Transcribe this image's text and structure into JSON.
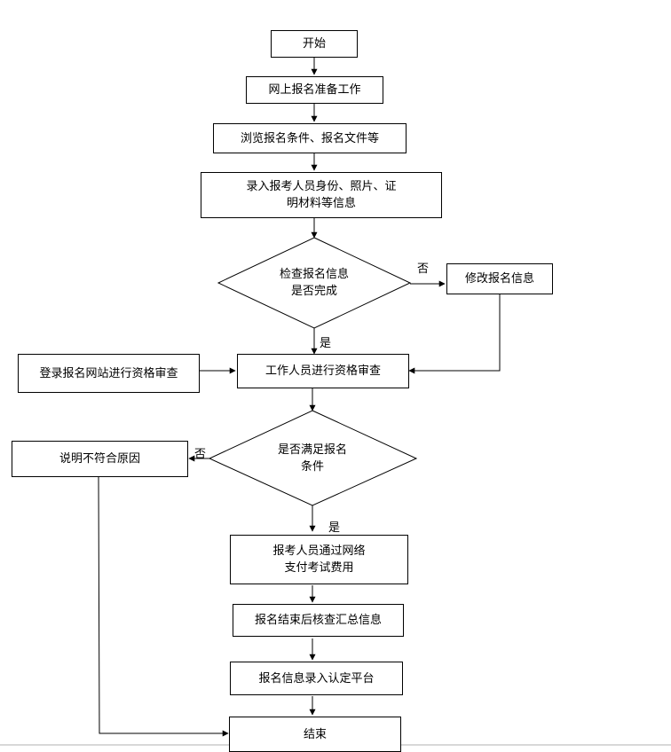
{
  "flow": {
    "start": "开始",
    "step_prepare": "网上报名准备工作",
    "step_browse": "浏览报名条件、报名文件等",
    "step_input_line1": "录入报考人员身份、照片、证",
    "step_input_line2": "明材料等信息",
    "check_complete_line1": "检查报名信息",
    "check_complete_line2": "是否完成",
    "modify": "修改报名信息",
    "login_review": "登录报名网站进行资格审查",
    "staff_review": "工作人员进行资格审查",
    "check_qualify_line1": "是否满足报名",
    "check_qualify_line2": "条件",
    "explain": "说明不符合原因",
    "pay_line1": "报考人员通过网络",
    "pay_line2": "支付考试费用",
    "verify": "报名结束后核查汇总信息",
    "platform": "报名信息录入认定平台",
    "end": "结束"
  },
  "labels": {
    "no1": "否",
    "yes1": "是",
    "no2": "否",
    "yes2": "是"
  }
}
